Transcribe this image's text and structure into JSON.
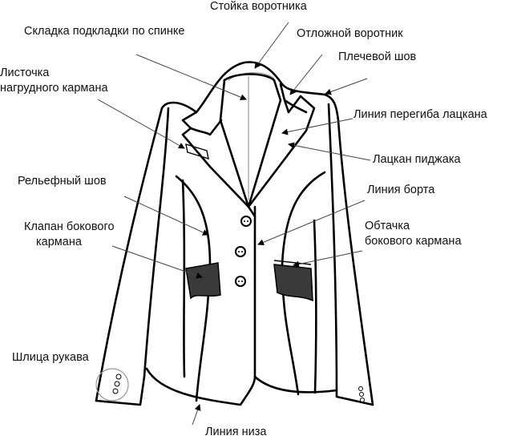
{
  "labels": {
    "collar_stand": "Стойка воротника",
    "lining_pleat": "Складка подкладки по спинке",
    "turn_down_collar": "Отложной воротник",
    "shoulder_seam": "Плечевой шов",
    "breast_welt_1": "Листочка",
    "breast_welt_2": "нагрудного кармана",
    "lapel_roll_line": "Линия перегиба лацкана",
    "lapel": "Лацкан пиджака",
    "princess_seam": "Рельефный шов",
    "front_edge": "Линия борта",
    "pocket_flap_1": "Клапан бокового",
    "pocket_flap_2": "кармана",
    "pocket_facing_1": "Обтачка",
    "pocket_facing_2": "бокового кармана",
    "sleeve_vent": "Шлица рукава",
    "hem_line": "Линия низа"
  },
  "colors": {
    "pocket_flap": "#3a3a3a",
    "line": "#000000"
  }
}
